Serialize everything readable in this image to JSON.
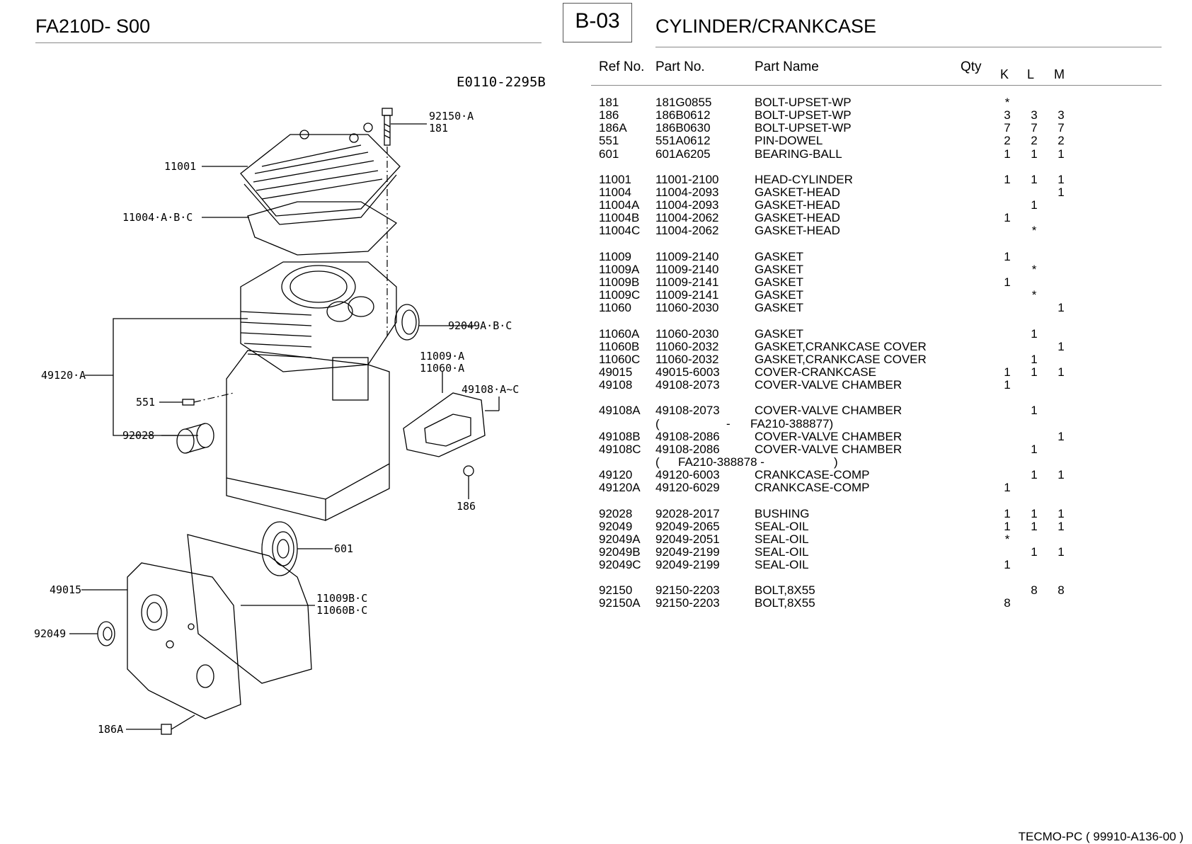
{
  "header": {
    "model": "FA210D- S00",
    "section_code": "B-03",
    "section_title": "CYLINDER/CRANKCASE"
  },
  "columns": {
    "ref": "Ref No.",
    "part": "Part No.",
    "name": "Part Name",
    "qty": "Qty",
    "k": "K",
    "l": "L",
    "m": "M"
  },
  "diagram": {
    "code": "E0110-2295B",
    "labels": {
      "l92150_a": "92150·A",
      "l181": "181",
      "l11001": "11001",
      "l11004": "11004·A·B·C",
      "l92049abc": "92049A·B·C",
      "l11009a": "11009·A",
      "l11060a": "11060·A",
      "l49108": "49108·A~C",
      "l49120": "49120·A",
      "l551": "551",
      "l92028": "92028",
      "l186": "186",
      "l601": "601",
      "l49015": "49015",
      "l11009bc": "11009B·C",
      "l11060bc": "11060B·C",
      "l92049": "92049",
      "l186a": "186A"
    }
  },
  "groups": [
    [
      {
        "ref": "181",
        "part": "181G0855",
        "name": "BOLT-UPSET-WP",
        "k": "*",
        "l": "",
        "m": ""
      },
      {
        "ref": "186",
        "part": "186B0612",
        "name": "BOLT-UPSET-WP",
        "k": "3",
        "l": "3",
        "m": "3"
      },
      {
        "ref": "186A",
        "part": "186B0630",
        "name": "BOLT-UPSET-WP",
        "k": "7",
        "l": "7",
        "m": "7"
      },
      {
        "ref": "551",
        "part": "551A0612",
        "name": "PIN-DOWEL",
        "k": "2",
        "l": "2",
        "m": "2"
      },
      {
        "ref": "601",
        "part": "601A6205",
        "name": "BEARING-BALL",
        "k": "1",
        "l": "1",
        "m": "1"
      }
    ],
    [
      {
        "ref": "11001",
        "part": "11001-2100",
        "name": "HEAD-CYLINDER",
        "k": "1",
        "l": "1",
        "m": "1"
      },
      {
        "ref": "11004",
        "part": "11004-2093",
        "name": "GASKET-HEAD",
        "k": "",
        "l": "",
        "m": "1"
      },
      {
        "ref": "11004A",
        "part": "11004-2093",
        "name": "GASKET-HEAD",
        "k": "",
        "l": "1",
        "m": ""
      },
      {
        "ref": "11004B",
        "part": "11004-2062",
        "name": "GASKET-HEAD",
        "k": "1",
        "l": "",
        "m": ""
      },
      {
        "ref": "11004C",
        "part": "11004-2062",
        "name": "GASKET-HEAD",
        "k": "",
        "l": "*",
        "m": ""
      }
    ],
    [
      {
        "ref": "11009",
        "part": "11009-2140",
        "name": "GASKET",
        "k": "1",
        "l": "",
        "m": ""
      },
      {
        "ref": "11009A",
        "part": "11009-2140",
        "name": "GASKET",
        "k": "",
        "l": "*",
        "m": ""
      },
      {
        "ref": "11009B",
        "part": "11009-2141",
        "name": "GASKET",
        "k": "1",
        "l": "",
        "m": ""
      },
      {
        "ref": "11009C",
        "part": "11009-2141",
        "name": "GASKET",
        "k": "",
        "l": "*",
        "m": ""
      },
      {
        "ref": "11060",
        "part": "11060-2030",
        "name": "GASKET",
        "k": "",
        "l": "",
        "m": "1"
      }
    ],
    [
      {
        "ref": "11060A",
        "part": "11060-2030",
        "name": "GASKET",
        "k": "",
        "l": "1",
        "m": ""
      },
      {
        "ref": "11060B",
        "part": "11060-2032",
        "name": "GASKET,CRANKCASE COVER",
        "k": "",
        "l": "",
        "m": "1"
      },
      {
        "ref": "11060C",
        "part": "11060-2032",
        "name": "GASKET,CRANKCASE COVER",
        "k": "",
        "l": "1",
        "m": ""
      },
      {
        "ref": "49015",
        "part": "49015-6003",
        "name": "COVER-CRANKCASE",
        "k": "1",
        "l": "1",
        "m": "1"
      },
      {
        "ref": "49108",
        "part": "49108-2073",
        "name": "COVER-VALVE CHAMBER",
        "k": "1",
        "l": "",
        "m": ""
      }
    ],
    [
      {
        "ref": "49108A",
        "part": "49108-2073",
        "name": "COVER-VALVE CHAMBER",
        "k": "",
        "l": "1",
        "m": ""
      },
      {
        "note": true,
        "open": "(",
        "dash": "-",
        "serial": "FA210-388877)"
      },
      {
        "ref": "49108B",
        "part": "49108-2086",
        "name": "COVER-VALVE CHAMBER",
        "k": "",
        "l": "",
        "m": "1"
      },
      {
        "ref": "49108C",
        "part": "49108-2086",
        "name": "COVER-VALVE CHAMBER",
        "k": "",
        "l": "1",
        "m": ""
      },
      {
        "note": true,
        "open": "(",
        "serial": "FA210-388878 -",
        "close": ")"
      },
      {
        "ref": "49120",
        "part": "49120-6003",
        "name": "CRANKCASE-COMP",
        "k": "",
        "l": "1",
        "m": "1"
      },
      {
        "ref": "49120A",
        "part": "49120-6029",
        "name": "CRANKCASE-COMP",
        "k": "1",
        "l": "",
        "m": ""
      }
    ],
    [
      {
        "ref": "92028",
        "part": "92028-2017",
        "name": "BUSHING",
        "k": "1",
        "l": "1",
        "m": "1"
      },
      {
        "ref": "92049",
        "part": "92049-2065",
        "name": "SEAL-OIL",
        "k": "1",
        "l": "1",
        "m": "1"
      },
      {
        "ref": "92049A",
        "part": "92049-2051",
        "name": "SEAL-OIL",
        "k": "*",
        "l": "",
        "m": ""
      },
      {
        "ref": "92049B",
        "part": "92049-2199",
        "name": "SEAL-OIL",
        "k": "",
        "l": "1",
        "m": "1"
      },
      {
        "ref": "92049C",
        "part": "92049-2199",
        "name": "SEAL-OIL",
        "k": "1",
        "l": "",
        "m": ""
      }
    ],
    [
      {
        "ref": "92150",
        "part": "92150-2203",
        "name": "BOLT,8X55",
        "k": "",
        "l": "8",
        "m": "8"
      },
      {
        "ref": "92150A",
        "part": "92150-2203",
        "name": "BOLT,8X55",
        "k": "8",
        "l": "",
        "m": ""
      }
    ]
  ],
  "footer": "TECMO-PC  ( 99910-A136-00 )"
}
